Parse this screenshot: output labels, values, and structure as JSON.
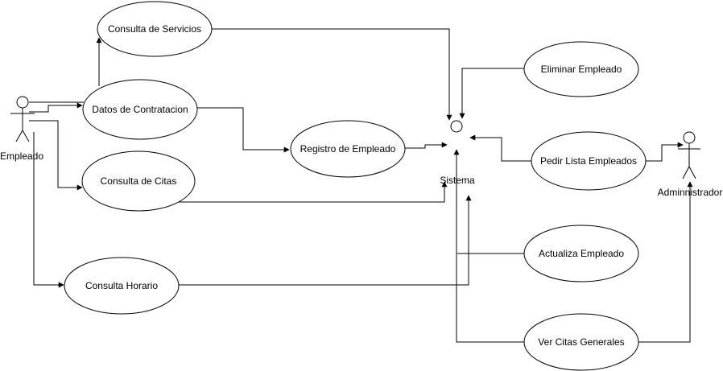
{
  "diagram": {
    "actors": {
      "empleado": "Empleado",
      "sistema": "Sistema",
      "administrador": "Adminnistrador"
    },
    "use_cases": {
      "consulta_servicios": "Consulta de Servicios",
      "datos_contratacion": "Datos de Contratacion",
      "consulta_citas": "Consulta de Citas",
      "consulta_horario": "Consulta Horario",
      "registro_empleado": "Registro de Empleado",
      "eliminar_empleado": "Eliminar Empleado",
      "pedir_lista": "Pedir Lista Empleados",
      "actualiza_empleado": "Actualiza Empleado",
      "ver_citas": "Ver Citas Generales"
    },
    "colors": {
      "stroke": "#000000",
      "fill": "#ffffff",
      "background": "#ffffff"
    }
  }
}
